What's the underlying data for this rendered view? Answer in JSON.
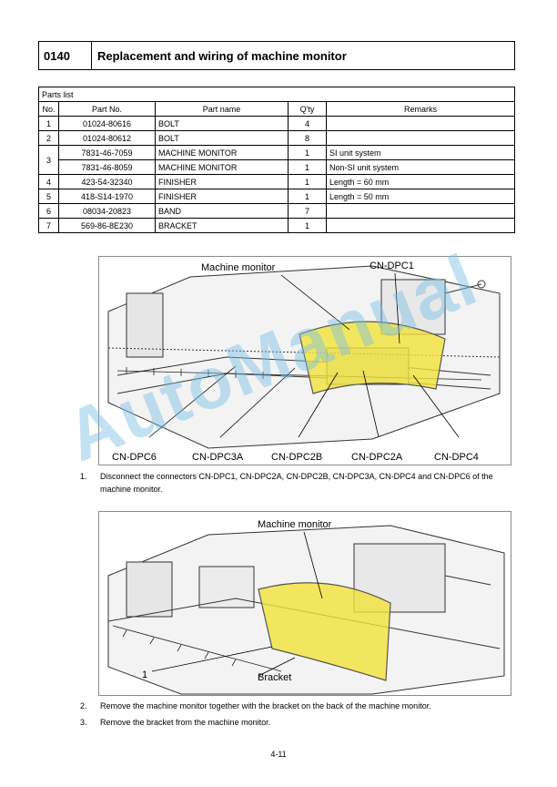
{
  "section": {
    "code": "0140",
    "title": "Replacement and wiring of machine monitor"
  },
  "parts_list": {
    "caption": "Parts list",
    "headers": [
      "No.",
      "Part No.",
      "Part name",
      "Q'ty",
      "Remarks"
    ],
    "rows": [
      {
        "no": "1",
        "part_no": "01024-80616",
        "name": "BOLT",
        "qty": "4",
        "remarks": ""
      },
      {
        "no": "2",
        "part_no": "01024-80612",
        "name": "BOLT",
        "qty": "8",
        "remarks": ""
      },
      {
        "no": "3",
        "part_no": "7831-46-7059",
        "name": "MACHINE MONITOR",
        "qty": "1",
        "remarks": "SI unit system"
      },
      {
        "no": "",
        "part_no": "7831-46-8059",
        "name": "MACHINE MONITOR",
        "qty": "1",
        "remarks": "Non-SI unit system"
      },
      {
        "no": "4",
        "part_no": "423-54-32340",
        "name": "FINISHER",
        "qty": "1",
        "remarks": "Length = 60 mm"
      },
      {
        "no": "5",
        "part_no": "418-S14-1970",
        "name": "FINISHER",
        "qty": "1",
        "remarks": "Length = 50 mm"
      },
      {
        "no": "6",
        "part_no": "08034-20823",
        "name": "BAND",
        "qty": "7",
        "remarks": ""
      },
      {
        "no": "7",
        "part_no": "569-86-8E230",
        "name": "BRACKET",
        "qty": "1",
        "remarks": ""
      }
    ]
  },
  "figure1": {
    "labels": {
      "machine_monitor": "Machine monitor",
      "cn_dpc1": "CN-DPC1",
      "cn_dpc6": "CN-DPC6",
      "cn_dpc3a": "CN-DPC3A",
      "cn_dpc2b": "CN-DPC2B",
      "cn_dpc2a": "CN-DPC2A",
      "cn_dpc4": "CN-DPC4"
    }
  },
  "steps": [
    {
      "num": "1.",
      "text": "Disconnect the connectors CN-DPC1, CN-DPC2A, CN-DPC2B, CN-DPC3A, CN-DPC4 and CN-DPC6 of the machine monitor."
    },
    {
      "num": "2.",
      "text": "Remove the machine monitor together with the bracket on the back of the machine monitor."
    },
    {
      "num": "3.",
      "text": "Remove the bracket from the machine monitor."
    }
  ],
  "figure2": {
    "labels": {
      "machine_monitor": "Machine monitor",
      "callout_1": "1",
      "bracket": "Bracket"
    }
  },
  "watermark": "AutoManual",
  "page_number": "4-11",
  "colors": {
    "highlight": "#f2e23a",
    "watermark": "#78bee6"
  }
}
